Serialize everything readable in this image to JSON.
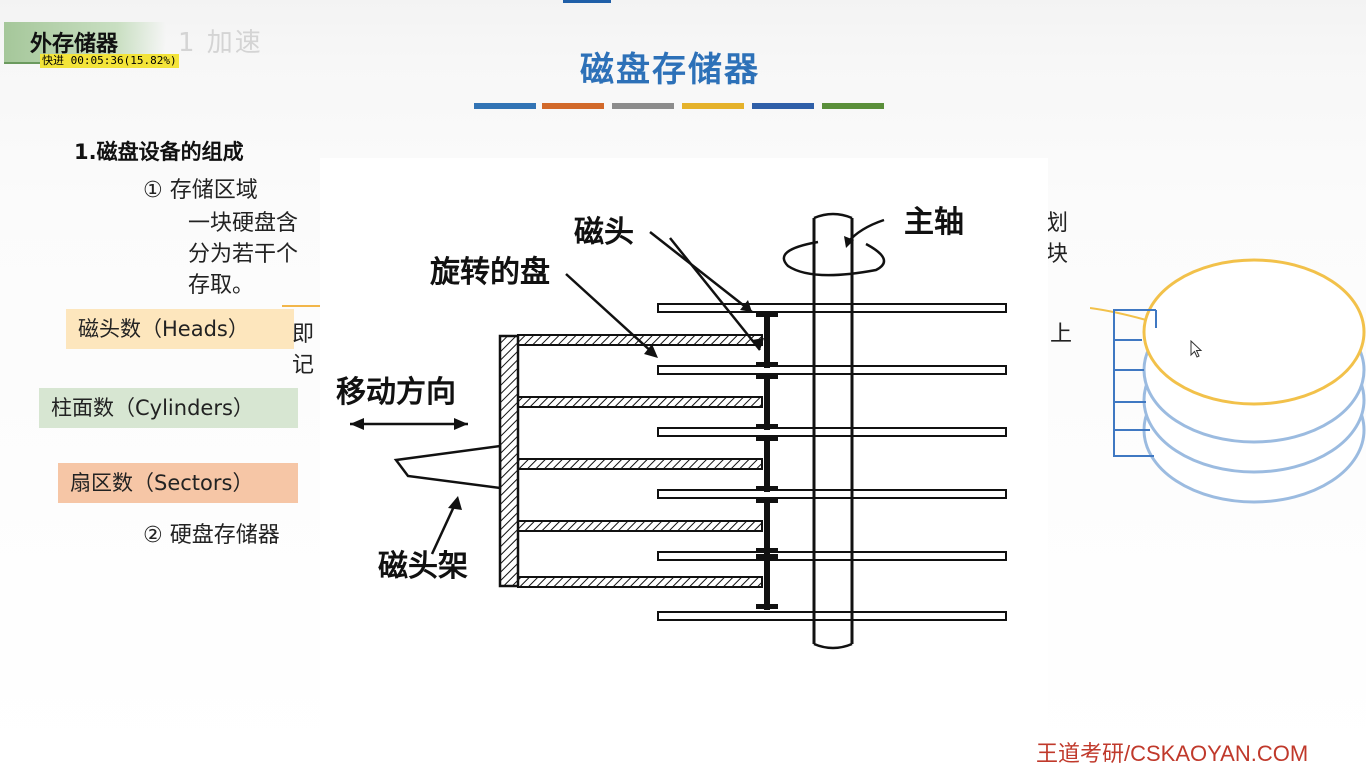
{
  "section_tag": "外存储器",
  "faint_watermark": "1 加速",
  "osd": "快进 00:05:36(15.82%)",
  "title": "磁盘存储器",
  "title_bar_colors": [
    "#3274b5",
    "#d2692a",
    "#8c8c8c",
    "#e5b22b",
    "#2f5fa8",
    "#5a8f3a"
  ],
  "content": {
    "heading": "1.磁盘设备的组成",
    "item1": "① 存储区域",
    "para_line1": "一块硬盘含",
    "para_line2": "分为若干个",
    "para_line3": "存取。",
    "para_right1": "划",
    "para_right2": "块",
    "heads_desc_start": "即",
    "heads_desc_line2": "记",
    "heads_desc_end": "上",
    "item2": "② 硬盘存储器"
  },
  "boxes": {
    "heads": "磁头数（Heads）",
    "cylinders": "柱面数（Cylinders）",
    "sectors": "扇区数（Sectors）"
  },
  "figure": {
    "head_label": "磁头",
    "spindle_label": "主轴",
    "platter_label": "旋转的盘",
    "move_label": "移动方向",
    "arm_label": "磁头架"
  },
  "colors": {
    "title": "#2d71b8",
    "footer": "#c0392b",
    "top_disk": "#f2c14a",
    "disk": "#9bbbe0",
    "cylinder_box": "#3f78c2"
  },
  "footer": "王道考研/CSKAOYAN.COM"
}
